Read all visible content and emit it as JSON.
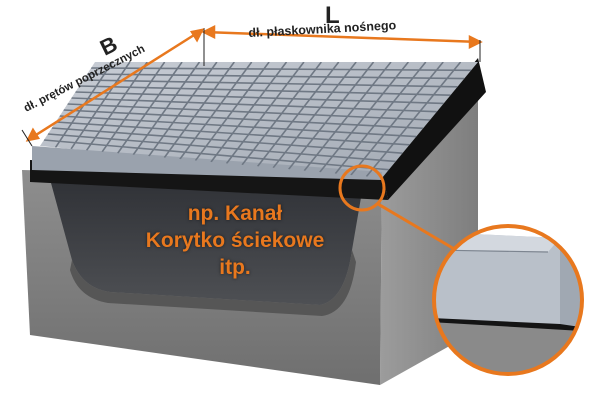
{
  "dimensions": {
    "length_letter": "L",
    "length_caption": "dł. płaskownika nośnego",
    "width_letter": "B",
    "width_caption": "dł. prętów poprzecznych"
  },
  "channel_text": {
    "line1": "np. Kanał",
    "line2": "Korytko ściekowe",
    "line3": "itp."
  },
  "colors": {
    "accent": "#e8781e",
    "concrete": "#9a9a9a",
    "grating": "#b5bcc6",
    "frame": "#1a1a1a"
  }
}
